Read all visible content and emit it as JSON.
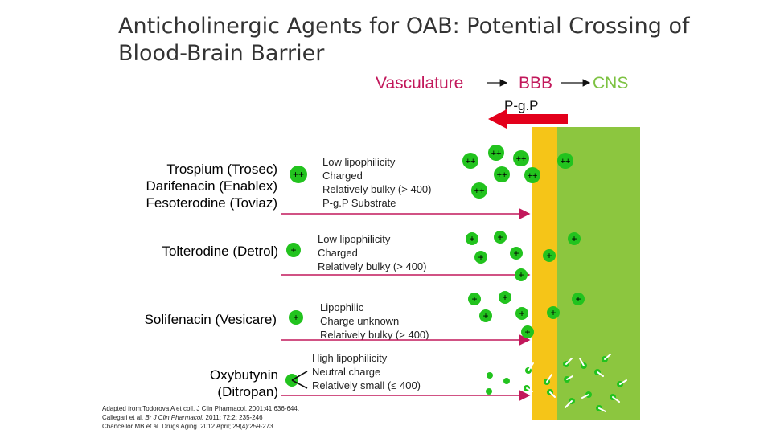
{
  "title": {
    "line1": "Anticholinergic Agents for OAB: Potential Crossing of",
    "line2": "Blood-Brain Barrier"
  },
  "header": {
    "vasculature": "Vasculature",
    "bbb": "BBB",
    "cns": "CNS",
    "pgp": "P-g.P"
  },
  "colors": {
    "vasculature_text": "#c2185b",
    "cns_text": "#7dc242",
    "bbb_band": "#f5c518",
    "cns_band": "#8cc63f",
    "pgp_arrow": "#e3001b",
    "drug_arrow": "#c2185b",
    "molecule": "#22c31e"
  },
  "drugs": [
    {
      "name_lines": [
        "Trospium (Trosec)",
        "Darifenacin (Enablex)",
        "Fesoterodine (Toviaz)"
      ],
      "charge": "++",
      "properties": [
        "Low lipophilicity",
        "Charged",
        "Relatively bulky (> 400)",
        "P-g.P Substrate"
      ]
    },
    {
      "name_lines": [
        "Tolterodine (Detrol)"
      ],
      "charge": "+",
      "properties": [
        "Low lipophilicity",
        "Charged",
        "Relatively bulky (> 400)"
      ]
    },
    {
      "name_lines": [
        "Solifenacin (Vesicare)"
      ],
      "charge": "+",
      "properties": [
        "Lipophilic",
        "Charge unknown",
        "Relatively bulky (> 400)"
      ]
    },
    {
      "name_lines": [
        "Oxybutynin",
        "(Ditropan)"
      ],
      "charge": "",
      "properties": [
        "High lipophilicity",
        "Neutral charge",
        "Relatively small (≤ 400)"
      ]
    }
  ],
  "references": {
    "ref1": "Adapted from:Todorova A et coll. J Clin Pharmacol. 2001;41:636-644.",
    "ref2_a": "Callegari et al. ",
    "ref2_journal": "Br J Clin Pharmacol.",
    "ref2_b": " 2011; 72:2: 235-246",
    "ref3": "Chancellor MB et al. Drugs Aging. 2012 April; 29(4):259-273"
  }
}
